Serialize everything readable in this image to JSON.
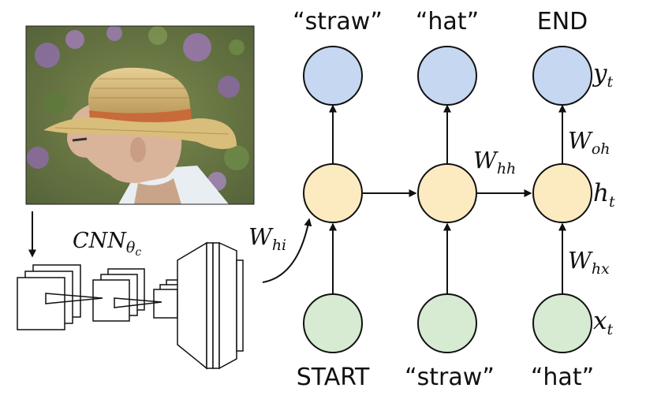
{
  "outputs": [
    "“straw”",
    "“hat”",
    "END"
  ],
  "inputs": [
    "START",
    "“straw”",
    "“hat”"
  ],
  "math": {
    "y": "y",
    "y_sub": "t",
    "h": "h",
    "h_sub": "t",
    "x": "x",
    "x_sub": "t",
    "W": "W",
    "woh_sub": "oh",
    "whh_sub": "hh",
    "whx_sub": "hx",
    "whi_sub": "hi",
    "cnn": "CNN",
    "cnn_sub": "θ",
    "cnn_subsub": "c"
  },
  "colors": {
    "output_fill": "#c6d7f2",
    "hidden_fill": "#fcebc0",
    "input_fill": "#d7ead2",
    "stroke": "#111111"
  },
  "image": {
    "name": "man-in-straw-hat-photo"
  }
}
